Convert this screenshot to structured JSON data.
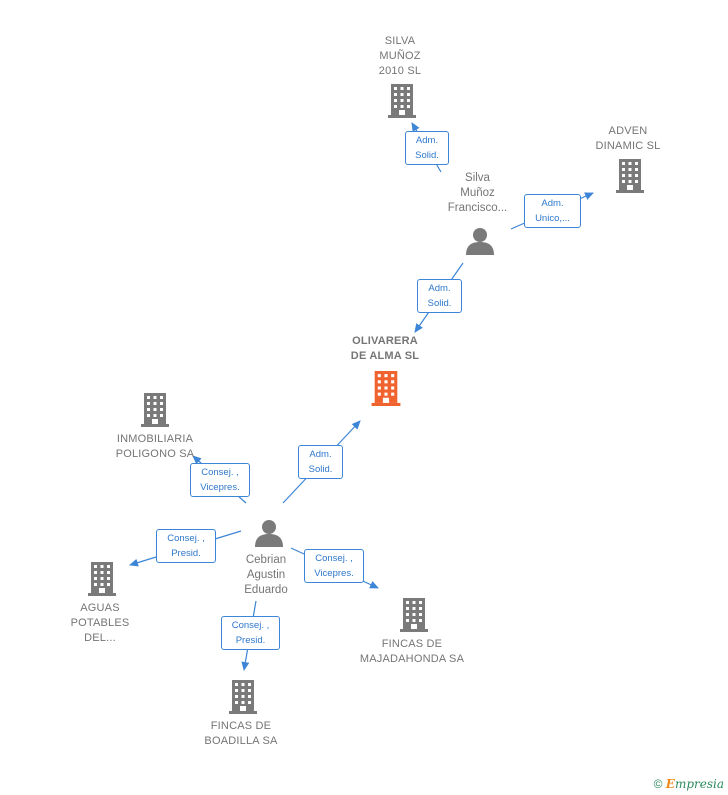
{
  "nodes": {
    "olivarera": {
      "line1": "OLIVARERA",
      "line2": "DE ALMA  SL",
      "color": "#f0622e"
    },
    "silva_munoz_2010": {
      "line1": "SILVA",
      "line2": "MUÑOZ",
      "line3": "2010 SL"
    },
    "adven_dinamic": {
      "line1": "ADVEN",
      "line2": "DINAMIC  SL"
    },
    "inmobiliaria": {
      "line1": "INMOBILIARIA",
      "line2": "POLIGONO SA"
    },
    "aguas": {
      "line1": "AGUAS",
      "line2": "POTABLES",
      "line3": "DEL..."
    },
    "fincas_majadahonda": {
      "line1": "FINCAS DE",
      "line2": "MAJADAHONDA SA"
    },
    "fincas_boadilla": {
      "line1": "FINCAS DE",
      "line2": "BOADILLA SA"
    },
    "silva_francisco": {
      "line1": "Silva",
      "line2": "Muñoz",
      "line3": "Francisco..."
    },
    "cebrian": {
      "line1": "Cebrian",
      "line2": "Agustin",
      "line3": "Eduardo"
    }
  },
  "edges": {
    "silva_to_2010": {
      "l1": "Adm.",
      "l2": "Solid."
    },
    "silva_to_adven": {
      "l1": "Adm.",
      "l2": "Unico,..."
    },
    "silva_to_olivarera": {
      "l1": "Adm.",
      "l2": "Solid."
    },
    "cebrian_to_olivarera": {
      "l1": "Adm.",
      "l2": "Solid."
    },
    "cebrian_to_inmobiliaria": {
      "l1": "Consej. ,",
      "l2": "Vicepres."
    },
    "cebrian_to_aguas": {
      "l1": "Consej. ,",
      "l2": "Presid."
    },
    "cebrian_to_majadahonda": {
      "l1": "Consej. ,",
      "l2": "Vicepres."
    },
    "cebrian_to_boadilla": {
      "l1": "Consej. ,",
      "l2": "Presid."
    }
  },
  "colors": {
    "edge": "#3d85d6",
    "node": "#7a7a7a",
    "main": "#f0622e"
  },
  "footer": {
    "copyright": "©",
    "brand_e": "E",
    "brand_rest": "mpresia"
  }
}
